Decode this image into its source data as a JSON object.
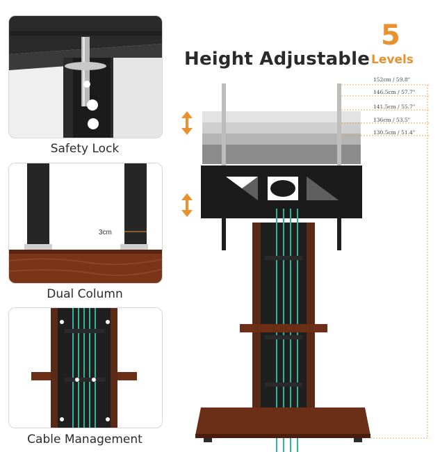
{
  "headline": {
    "title": "Height Adjustable",
    "count": "5",
    "count_label": "Levels"
  },
  "height_levels": [
    {
      "label": "152cm / 59.8\""
    },
    {
      "label": "146.5cm / 57.7\""
    },
    {
      "label": "141.5cm / 55.7\""
    },
    {
      "label": "136cm / 53.5\""
    },
    {
      "label": "130.5cm / 51.4\""
    }
  ],
  "features": [
    {
      "caption": "Safety Lock"
    },
    {
      "caption": "Dual Column",
      "measure": "3cm"
    },
    {
      "caption": "Cable Management"
    }
  ],
  "colors": {
    "accent": "#e8912e",
    "wood": "#6b2e17",
    "steel": "#1c1c1c",
    "cable": "#2fb59a"
  }
}
